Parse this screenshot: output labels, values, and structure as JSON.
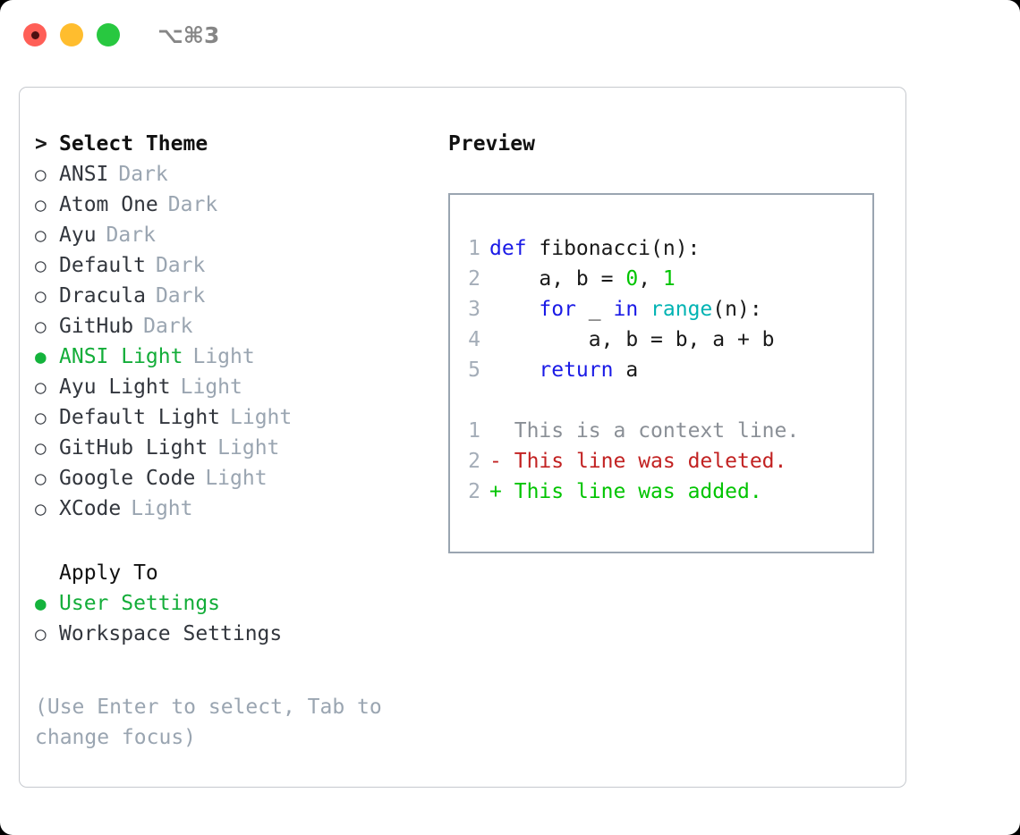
{
  "titlebar": {
    "shortcut": "⌥⌘3",
    "lights": [
      {
        "name": "close",
        "color": "#ff5f57"
      },
      {
        "name": "minimize",
        "color": "#ffbd2e"
      },
      {
        "name": "maximize",
        "color": "#28c840"
      }
    ]
  },
  "theme_selector": {
    "marker_caret": ">",
    "marker_off": "○",
    "marker_on": "●",
    "title": "Select Theme",
    "items": [
      {
        "label": "ANSI",
        "suffix": "Dark",
        "selected": false
      },
      {
        "label": "Atom One",
        "suffix": "Dark",
        "selected": false
      },
      {
        "label": "Ayu",
        "suffix": "Dark",
        "selected": false
      },
      {
        "label": "Default",
        "suffix": "Dark",
        "selected": false
      },
      {
        "label": "Dracula",
        "suffix": "Dark",
        "selected": false
      },
      {
        "label": "GitHub",
        "suffix": "Dark",
        "selected": false
      },
      {
        "label": "ANSI Light",
        "suffix": "Light",
        "selected": true
      },
      {
        "label": "Ayu Light",
        "suffix": "Light",
        "selected": false
      },
      {
        "label": "Default Light",
        "suffix": "Light",
        "selected": false
      },
      {
        "label": "GitHub Light",
        "suffix": "Light",
        "selected": false
      },
      {
        "label": "Google Code",
        "suffix": "Light",
        "selected": false
      },
      {
        "label": "XCode",
        "suffix": "Light",
        "selected": false
      }
    ]
  },
  "apply_to": {
    "title": "Apply To",
    "items": [
      {
        "label": "User Settings",
        "selected": true
      },
      {
        "label": "Workspace Settings",
        "selected": false
      }
    ]
  },
  "hint": "(Use Enter to select, Tab to change focus)",
  "preview": {
    "title": "Preview",
    "code_lines": [
      {
        "no": "1",
        "tokens": [
          {
            "t": "def",
            "c": "kw"
          },
          {
            "t": " fibonacci(n):",
            "c": "plain"
          }
        ]
      },
      {
        "no": "2",
        "tokens": [
          {
            "t": "    a, b = ",
            "c": "plain"
          },
          {
            "t": "0",
            "c": "num"
          },
          {
            "t": ", ",
            "c": "plain"
          },
          {
            "t": "1",
            "c": "num"
          }
        ]
      },
      {
        "no": "3",
        "tokens": [
          {
            "t": "    ",
            "c": "plain"
          },
          {
            "t": "for",
            "c": "kw"
          },
          {
            "t": " _ ",
            "c": "plain"
          },
          {
            "t": "in",
            "c": "kw"
          },
          {
            "t": " ",
            "c": "plain"
          },
          {
            "t": "range",
            "c": "fn"
          },
          {
            "t": "(n):",
            "c": "plain"
          }
        ]
      },
      {
        "no": "4",
        "tokens": [
          {
            "t": "        a, b = b, a + b",
            "c": "plain"
          }
        ]
      },
      {
        "no": "5",
        "tokens": [
          {
            "t": "    ",
            "c": "plain"
          },
          {
            "t": "return",
            "c": "kw"
          },
          {
            "t": " a",
            "c": "plain"
          }
        ]
      }
    ],
    "diff_lines": [
      {
        "no": "1",
        "sign": " ",
        "text": "This is a context line.",
        "kind": "ctx"
      },
      {
        "no": "2",
        "sign": "-",
        "text": "This line was deleted.",
        "kind": "del"
      },
      {
        "no": "2",
        "sign": "+",
        "text": "This line was added.",
        "kind": "add"
      }
    ]
  },
  "colors": {
    "accent_green": "#13ad39",
    "muted": "#9aa5b1",
    "keyword": "#1a1ae6",
    "function": "#00b3b3",
    "number": "#00c400",
    "diff_delete": "#c22222",
    "diff_add": "#00c400",
    "panel_border": "#9aa5b1",
    "card_border": "#c6c9ce"
  }
}
